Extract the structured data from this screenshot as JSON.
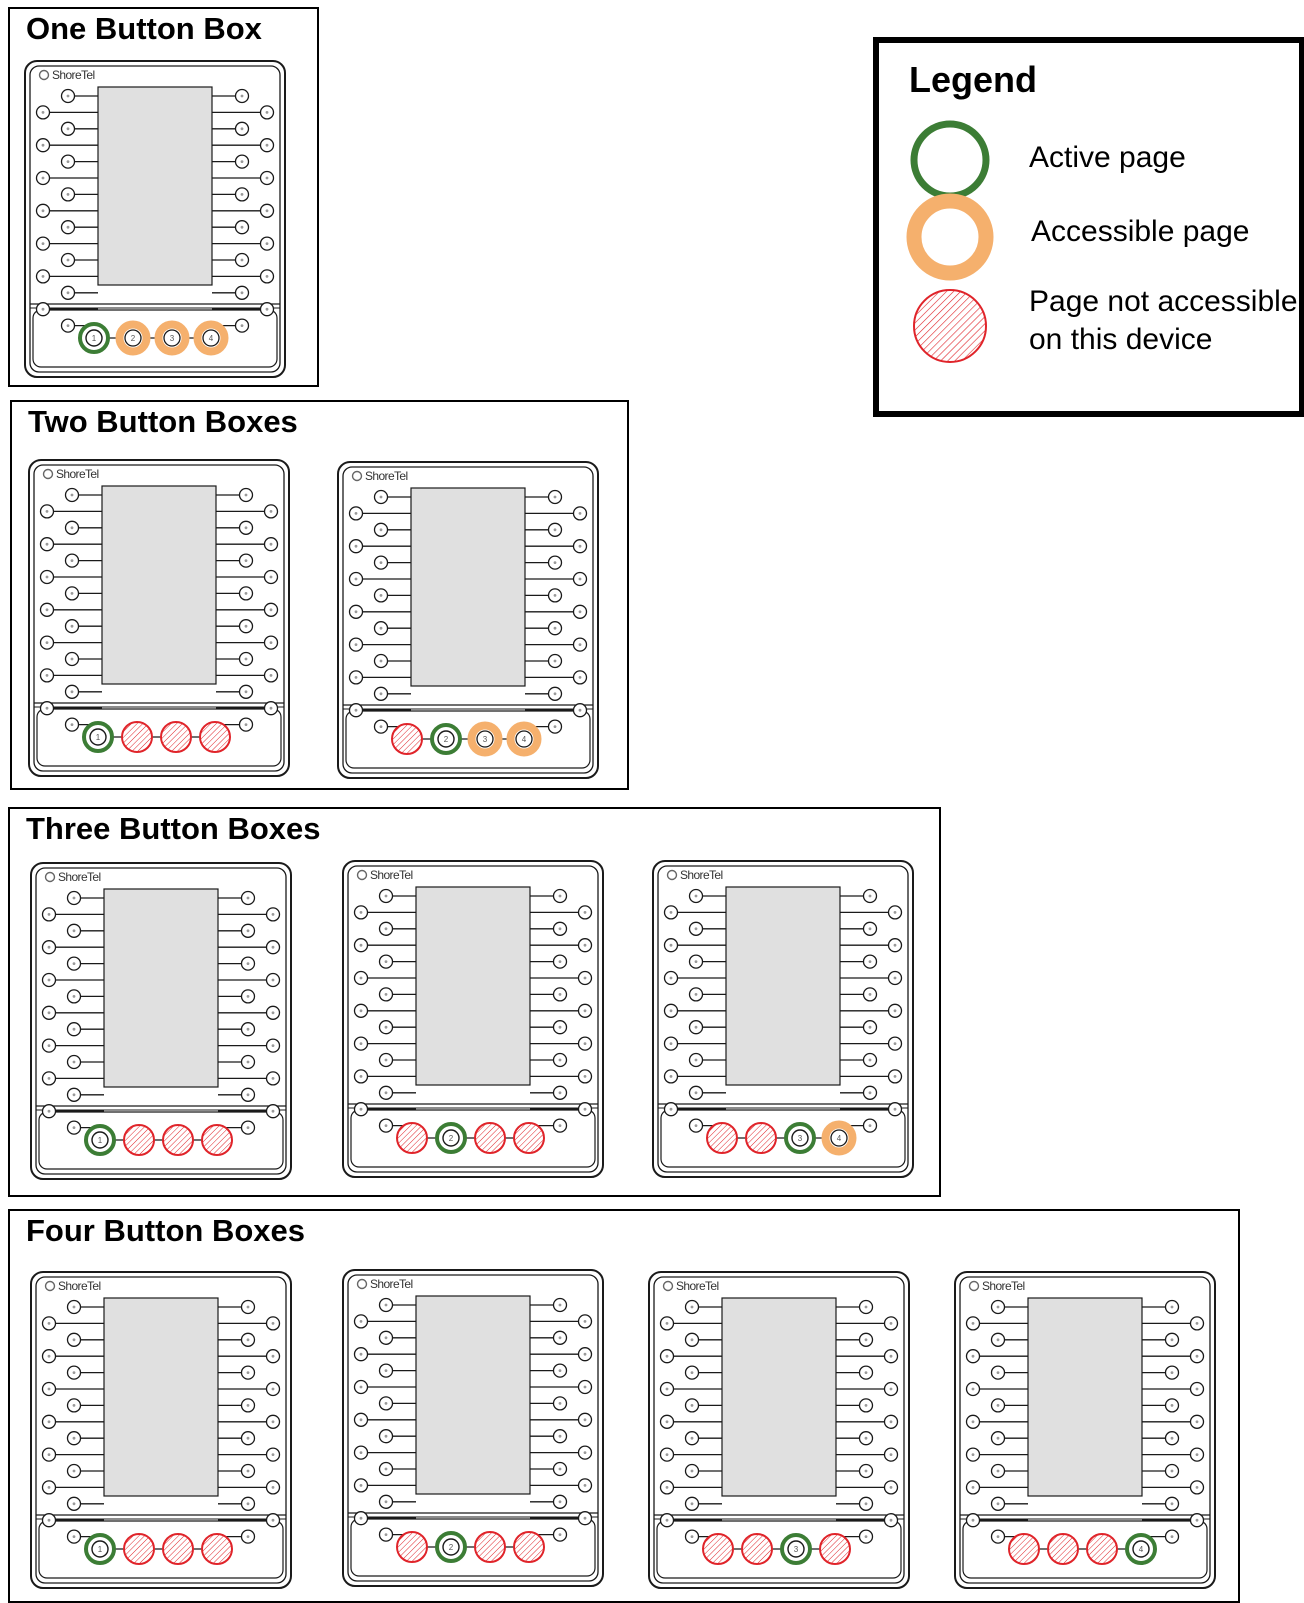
{
  "brand_name": "ShoreTel",
  "colors": {
    "active": "#3c7d35",
    "accessible": "#f5b06d",
    "not_accessible": "#e0242a",
    "screen": "#e0e0e0",
    "outline": "#1a1a1a"
  },
  "legend": {
    "title": "Legend",
    "items": [
      {
        "state": "active",
        "label": "Active page"
      },
      {
        "state": "accessible",
        "label": "Accessible page"
      },
      {
        "state": "not_accessible",
        "label": "Page not accessible on this device"
      }
    ]
  },
  "groups": [
    {
      "title": "One Button Box",
      "devices": [
        {
          "pages": [
            "active",
            "accessible",
            "accessible",
            "accessible"
          ]
        }
      ]
    },
    {
      "title": "Two Button Boxes",
      "devices": [
        {
          "pages": [
            "active",
            "not_accessible",
            "not_accessible",
            "not_accessible"
          ]
        },
        {
          "pages": [
            "not_accessible",
            "active",
            "accessible",
            "accessible"
          ]
        }
      ]
    },
    {
      "title": "Three Button Boxes",
      "devices": [
        {
          "pages": [
            "active",
            "not_accessible",
            "not_accessible",
            "not_accessible"
          ]
        },
        {
          "pages": [
            "not_accessible",
            "active",
            "not_accessible",
            "not_accessible"
          ]
        },
        {
          "pages": [
            "not_accessible",
            "not_accessible",
            "active",
            "accessible"
          ]
        }
      ]
    },
    {
      "title": "Four Button Boxes",
      "devices": [
        {
          "pages": [
            "active",
            "not_accessible",
            "not_accessible",
            "not_accessible"
          ]
        },
        {
          "pages": [
            "not_accessible",
            "active",
            "not_accessible",
            "not_accessible"
          ]
        },
        {
          "pages": [
            "not_accessible",
            "not_accessible",
            "active",
            "not_accessible"
          ]
        },
        {
          "pages": [
            "not_accessible",
            "not_accessible",
            "not_accessible",
            "active"
          ]
        }
      ]
    }
  ],
  "page_numbers": [
    "1",
    "2",
    "3",
    "4"
  ]
}
